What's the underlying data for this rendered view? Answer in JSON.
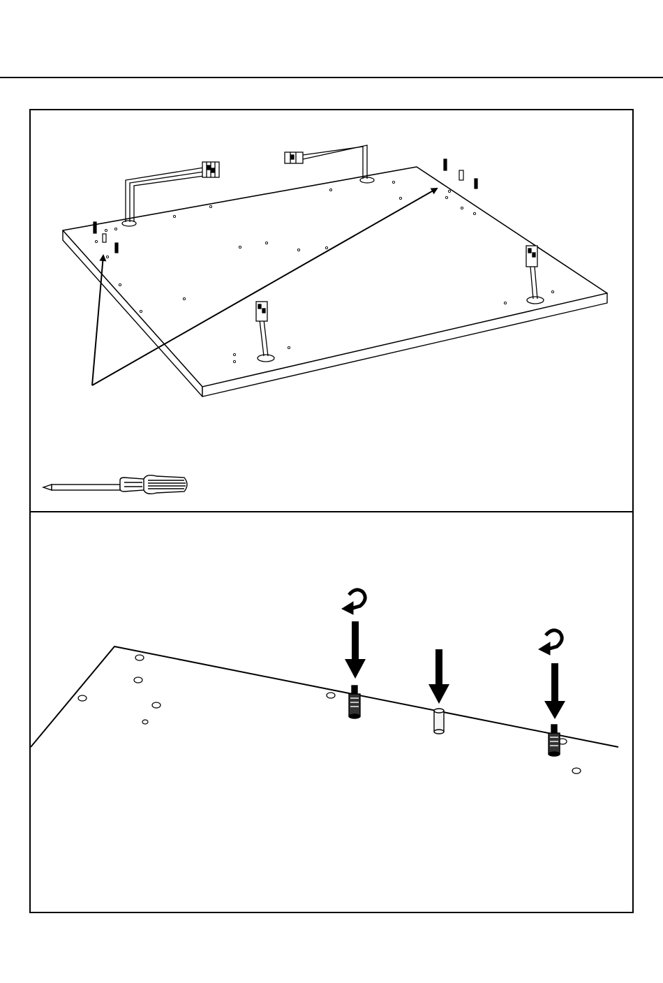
{
  "document": {
    "type": "assembly-instruction-page",
    "steps": [
      {
        "panel": "top",
        "illustration": "tabletop-underside-with-cables",
        "tool_icon": "screwdriver-icon",
        "callout": "arrows-pointing-to-fitting-locations"
      },
      {
        "panel": "bottom",
        "illustration": "detail-insert-fittings",
        "fittings": [
          "cam-bolt",
          "wooden-dowel",
          "cam-bolt"
        ],
        "actions": [
          "screw-in-rotate-icon",
          "push-in-arrow-icon",
          "screw-in-rotate-icon"
        ]
      }
    ]
  },
  "colors": {
    "line": "#000000",
    "background": "#ffffff",
    "fill_light": "#f4f4f4"
  }
}
